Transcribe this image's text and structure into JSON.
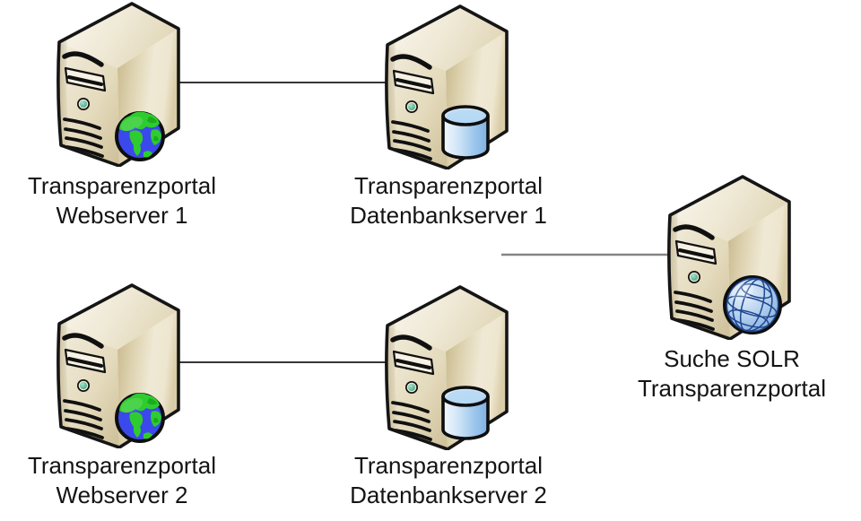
{
  "nodes": [
    {
      "id": "webserver1",
      "type": "web-server",
      "icon": "server-tower-icon + globe-icon",
      "label_line1": "Transparenzportal",
      "label_line2": "Webserver 1"
    },
    {
      "id": "dbserver1",
      "type": "database-server",
      "icon": "server-tower-icon + database-icon",
      "label_line1": "Transparenzportal",
      "label_line2": "Datenbankserver 1"
    },
    {
      "id": "webserver2",
      "type": "web-server",
      "icon": "server-tower-icon + globe-icon",
      "label_line1": "Transparenzportal",
      "label_line2": "Webserver 2"
    },
    {
      "id": "dbserver2",
      "type": "database-server",
      "icon": "server-tower-icon + database-icon",
      "label_line1": "Transparenzportal",
      "label_line2": "Datenbankserver 2"
    },
    {
      "id": "solr",
      "type": "search-server",
      "icon": "server-tower-icon + wireframe-globe-icon",
      "label_line1": "Suche SOLR",
      "label_line2": "Transparenzportal"
    }
  ],
  "edges": [
    {
      "from": "webserver1",
      "to": "dbserver1",
      "color": "#1a1a1a"
    },
    {
      "from": "webserver2",
      "to": "dbserver2",
      "color": "#1a1a1a"
    },
    {
      "from": "(open end)",
      "to": "solr",
      "color": "#858585"
    }
  ],
  "colors": {
    "background": "#ffffff",
    "outline": "#151515",
    "server_body": "#e6dcc0",
    "server_top": "#f2ecda",
    "server_side_dark": "#c6b689",
    "power_button": "#62bb9d",
    "globe_ocean": "#3b49ec",
    "globe_land": "#2ecc2e",
    "cylinder_blue": "#9cc6ec",
    "wire_globe_fill": "#6c9dd4",
    "wire_globe_lines": "#1e478f",
    "label_text": "#141414"
  }
}
